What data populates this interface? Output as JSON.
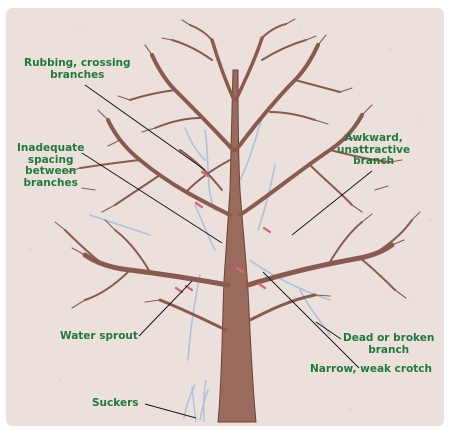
{
  "labels": {
    "rubbing": [
      "Rubbing, crossing",
      "branches"
    ],
    "spacing": [
      "Inadequate",
      "spacing",
      "between",
      "branches"
    ],
    "awkward": [
      "Awkward,",
      "unattractive",
      "branch"
    ],
    "water_sprout": "Water sprout",
    "dead_branch": [
      "Dead or broken",
      "branch"
    ],
    "suckers": "Suckers",
    "narrow_crotch": "Narrow, weak crotch"
  },
  "colors": {
    "label_green": "#1f7a3a",
    "branch_brown": "#8a5a4e",
    "dead_blue": "#a9c3dc",
    "background": "#ece0dc"
  }
}
